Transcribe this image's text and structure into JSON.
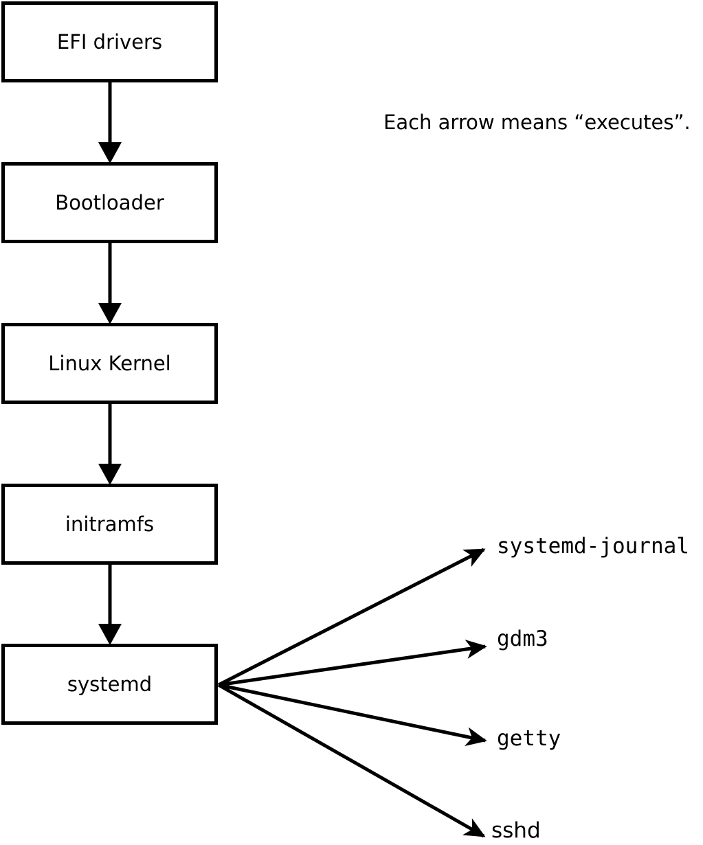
{
  "note": {
    "text": "Each arrow means “executes”."
  },
  "chain": [
    {
      "label": "EFI drivers"
    },
    {
      "label": "Bootloader"
    },
    {
      "label": "Linux Kernel"
    },
    {
      "label": "initramfs"
    },
    {
      "label": "systemd"
    }
  ],
  "spawned": [
    {
      "label": "systemd-journal"
    },
    {
      "label": "gdm3"
    },
    {
      "label": "getty"
    },
    {
      "label": "sshd"
    }
  ],
  "colors": {
    "stroke": "#000000",
    "background": "#ffffff",
    "box_fill": "#ffffff",
    "text": "#000000"
  }
}
